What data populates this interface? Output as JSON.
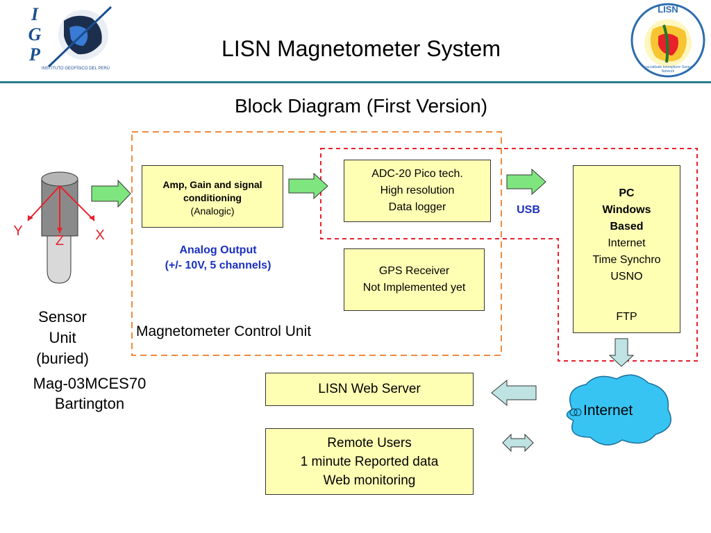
{
  "header": {
    "title": "LISN Magnetometer System",
    "subtitle": "Block Diagram (First Version)",
    "left_logo": {
      "letters": [
        "I",
        "G",
        "P"
      ],
      "caption": "INSTITUTO GEOFÍSICO DEL PERÚ"
    },
    "right_logo": {
      "top_text": "LISN",
      "ring_text": "Low-latitude Ionospheric Sensor Network"
    }
  },
  "sensor": {
    "axis_y": "Y",
    "axis_z": "Z",
    "axis_x": "X",
    "unit_lines": [
      "Sensor",
      "Unit",
      "(buried)"
    ],
    "model_lines": [
      "Mag-03MCES70",
      "Bartington"
    ]
  },
  "blocks": {
    "amp": {
      "line1": "Amp, Gain and signal",
      "line2": "conditioning",
      "line3": "(Analogic)"
    },
    "adc": {
      "line1": "ADC-20 Pico tech.",
      "line2": "High resolution",
      "line3": "Data logger"
    },
    "gps": {
      "line1": "GPS Receiver",
      "line2": "Not Implemented yet"
    },
    "pc": {
      "line1": "PC",
      "line2": "Windows",
      "line3": "Based",
      "line4": "Internet",
      "line5": "Time Synchro",
      "line6": "USNO",
      "line7": "FTP"
    },
    "web_server": {
      "line1": "LISN Web Server"
    },
    "remote": {
      "line1": "Remote Users",
      "line2": "1 minute Reported data",
      "line3": "Web monitoring"
    }
  },
  "labels": {
    "analog_output_line1": "Analog Output",
    "analog_output_line2": "(+/- 10V, 5 channels)",
    "usb": "USB",
    "control_unit": "Magnetometer Control Unit",
    "internet": "Internet"
  },
  "colors": {
    "block_fill": "#ffffb4",
    "orange_dash": "#f08a3c",
    "red_dash": "#e8202a",
    "blue_label": "#1a2fbf",
    "arrow_green": "#7fe57f",
    "arrow_teal": "#bfe3e3",
    "cloud": "#38c4f2",
    "header_line": "#2b7a8c"
  }
}
